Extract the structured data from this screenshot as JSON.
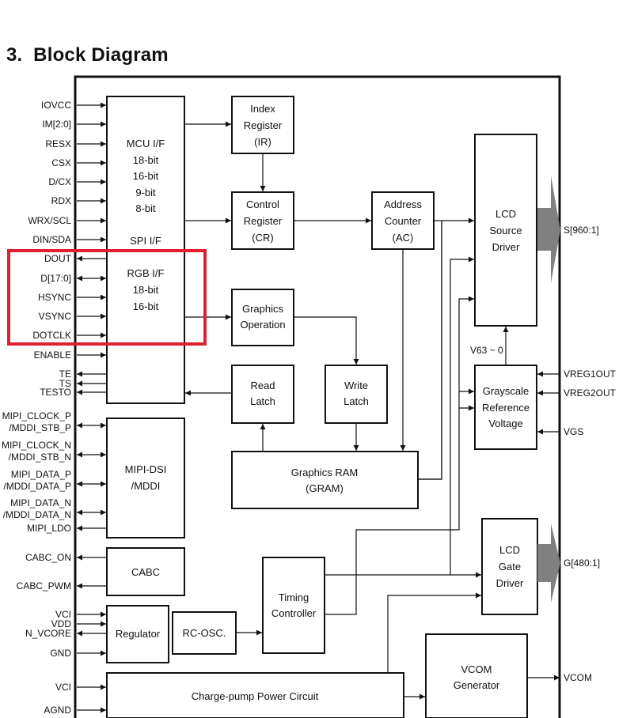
{
  "heading": {
    "number": "3.",
    "title": "Block Diagram"
  },
  "blocks": {
    "mcu": [
      "MCU I/F",
      "18-bit",
      "16-bit",
      "9-bit",
      "8-bit"
    ],
    "spi": "SPI I/F",
    "rgb": [
      "RGB I/F",
      "18-bit",
      "16-bit"
    ],
    "index_register": [
      "Index",
      "Register",
      "(IR)"
    ],
    "control_register": [
      "Control",
      "Register",
      "(CR)"
    ],
    "address_counter": [
      "Address",
      "Counter",
      "(AC)"
    ],
    "graphics_operation": [
      "Graphics",
      "Operation"
    ],
    "read_latch": [
      "Read",
      "Latch"
    ],
    "write_latch": [
      "Write",
      "Latch"
    ],
    "graphics_ram": [
      "Graphics RAM",
      "(GRAM)"
    ],
    "lcd_source_driver": [
      "LCD",
      "Source",
      "Driver"
    ],
    "grayscale": [
      "Grayscale",
      "Reference",
      "Voltage"
    ],
    "mipi": [
      "MIPI-DSI",
      "/MDDI"
    ],
    "cabc": "CABC",
    "regulator": "Regulator",
    "rc_osc": "RC-OSC.",
    "timing_controller": [
      "Timing",
      "Controller"
    ],
    "lcd_gate_driver": [
      "LCD",
      "Gate",
      "Driver"
    ],
    "vcom_generator": [
      "VCOM",
      "Generator"
    ],
    "charge_pump": "Charge-pump Power Circuit"
  },
  "labels": {
    "v63": "V63 ~ 0",
    "source_out": "S[960:1]",
    "gate_out": "G[480:1]",
    "vreg1out": "VREG1OUT",
    "vreg2out": "VREG2OUT",
    "vgs": "VGS",
    "vcom": "VCOM"
  },
  "pins": {
    "iovcc": "IOVCC",
    "im": "IM[2:0]",
    "resx": "RESX",
    "csx": "CSX",
    "dcx": "D/CX",
    "rdx": "RDX",
    "wrx": "WRX/SCL",
    "din": "DIN/SDA",
    "dout": "DOUT",
    "d": "D[17:0]",
    "hsync": "HSYNC",
    "vsync": "VSYNC",
    "dotclk": "DOTCLK",
    "enable": "ENABLE",
    "te": "TE",
    "ts": "TS",
    "testo": "TESTO",
    "mipi_clock_p": [
      "MIPI_CLOCK_P",
      "/MDDI_STB_P"
    ],
    "mipi_clock_n": [
      "MIPI_CLOCK_N",
      "/MDDI_STB_N"
    ],
    "mipi_data_p": [
      "MIPI_DATA_P",
      "/MDDI_DATA_P"
    ],
    "mipi_data_n": [
      "MIPI_DATA_N",
      "/MDDI_DATA_N"
    ],
    "mipi_ldo": "MIPI_LDO",
    "cabc_on": "CABC_ON",
    "cabc_pwm": "CABC_PWM",
    "vci": "VCI",
    "vdd": "VDD",
    "n_vcore": "N_VCORE",
    "gnd": "GND",
    "vci2": "VCI",
    "agnd": "AGND"
  },
  "colors": {
    "highlight": "#e02030",
    "line": "#111111",
    "output_arrow": "#808080"
  }
}
